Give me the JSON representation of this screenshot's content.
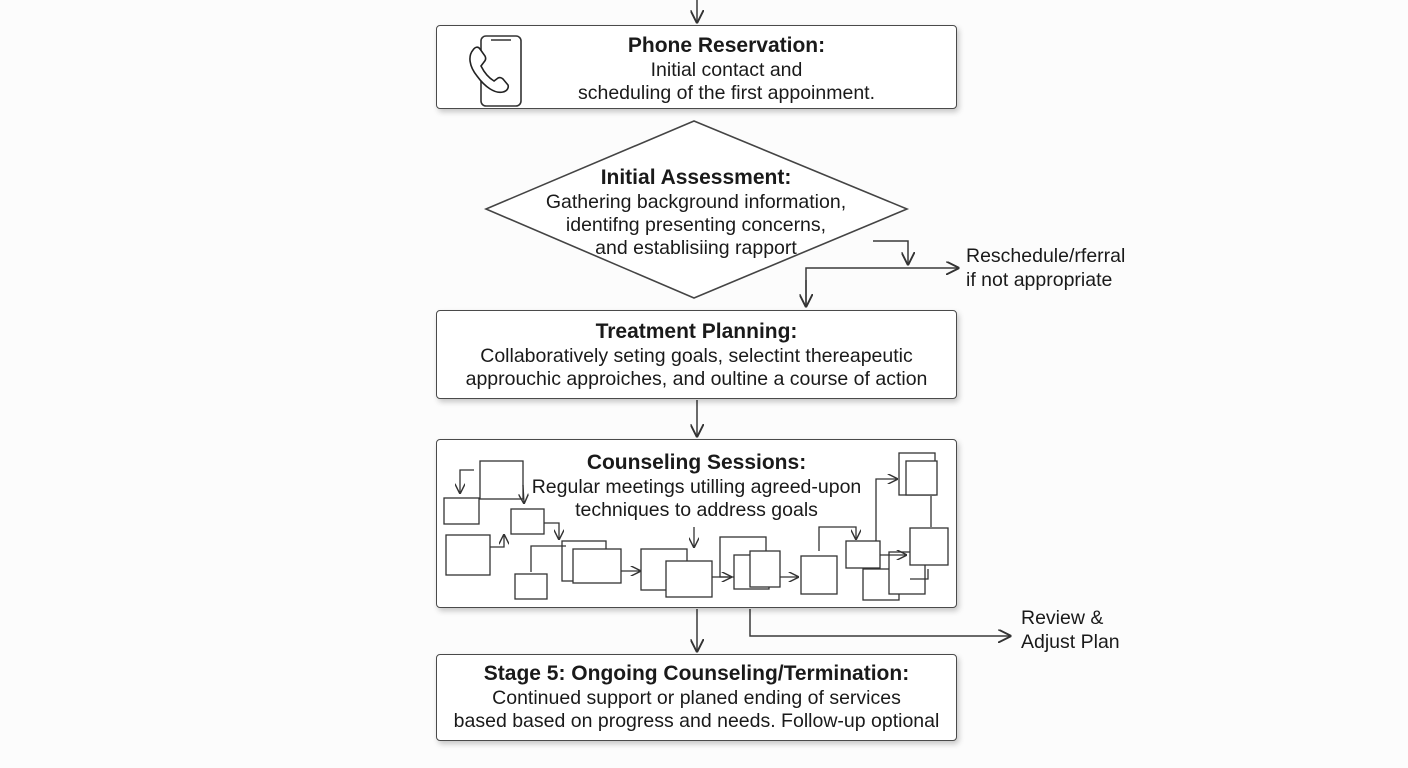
{
  "phone_reservation": {
    "title": "Phone Reservation:",
    "lines": [
      "Initial contact and",
      "scheduling of the first appoinment."
    ],
    "icon": "phone-icon"
  },
  "initial_assessment": {
    "title": "Initial Assessment:",
    "lines": [
      "Gathering background information,",
      "identifng presenting concerns,",
      "and establisiing rapport"
    ]
  },
  "reschedule": {
    "lines": [
      "Reschedule/rferral",
      "if not appropriate"
    ]
  },
  "treatment_planning": {
    "title": "Treatment Planning:",
    "lines": [
      "Collaboratively seting goals, selectint thereapeutic",
      "approuchic approiches, and oultine a course of action"
    ]
  },
  "counseling_sessions": {
    "title": "Counseling Sessions:",
    "lines": [
      "Regular meetings utilling agreed-upon",
      "techniques to address goals"
    ]
  },
  "review": {
    "lines": [
      "Review &",
      "Adjust Plan"
    ]
  },
  "stage5": {
    "title": "Stage 5: Ongoing Counseling/Termination:",
    "lines": [
      "Continued support or planed ending of services",
      "based based on progress and needs. Follow-up optional"
    ]
  },
  "colors": {
    "stroke": "#4a4a4a",
    "text": "#1a1a1a",
    "background": "#fcfcfc"
  }
}
